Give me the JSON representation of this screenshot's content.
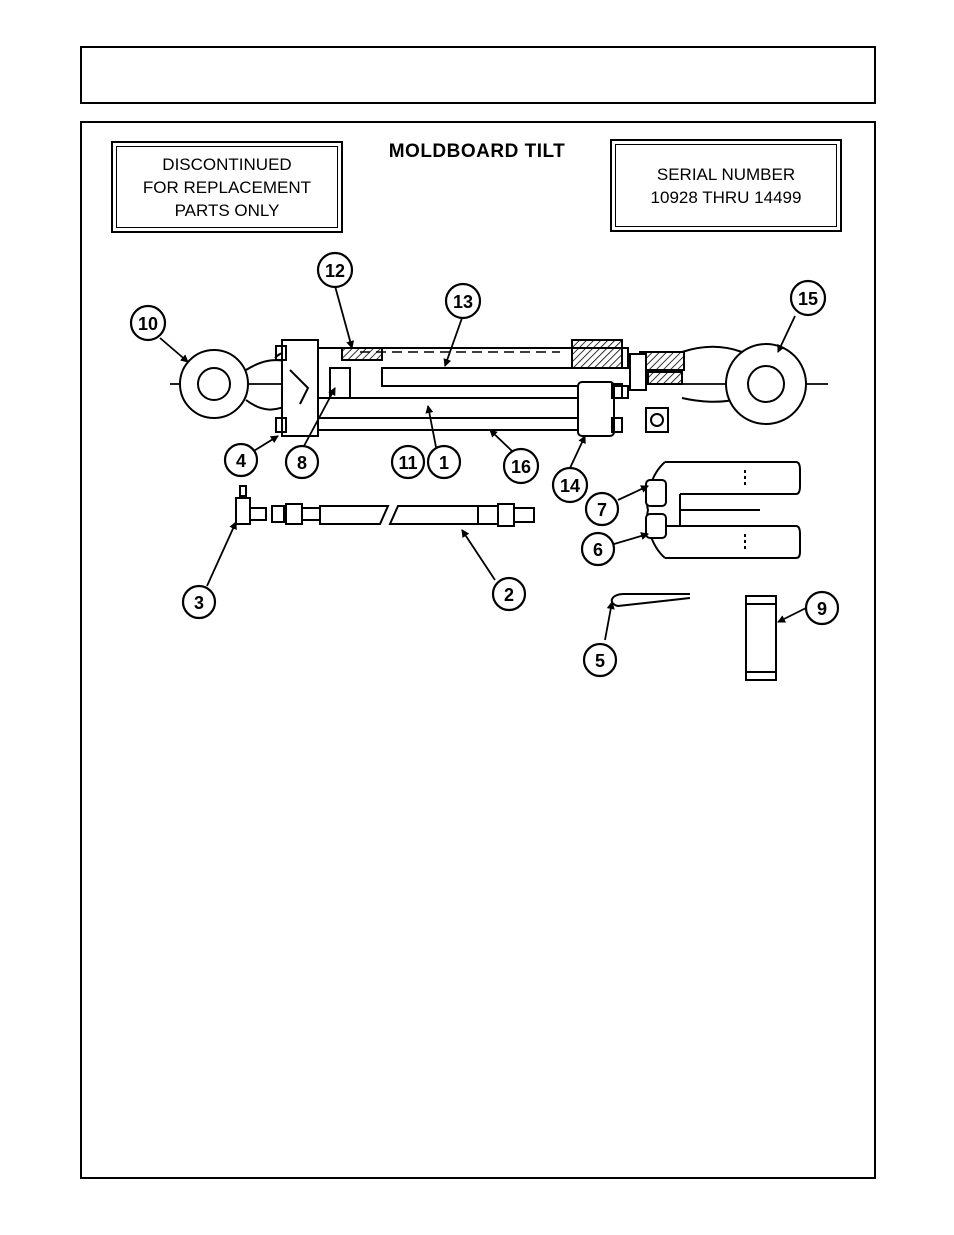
{
  "header": {
    "text": ""
  },
  "title": "MOLDBOARD  TILT",
  "notice_left": {
    "lines": [
      "DISCONTINUED",
      "FOR REPLACEMENT",
      "PARTS ONLY"
    ]
  },
  "notice_right": {
    "lines": [
      "SERIAL NUMBER",
      "10928 THRU 14499"
    ]
  },
  "callouts": [
    "1",
    "2",
    "3",
    "4",
    "5",
    "6",
    "7",
    "8",
    "9",
    "10",
    "11",
    "12",
    "13",
    "14",
    "15",
    "16"
  ]
}
